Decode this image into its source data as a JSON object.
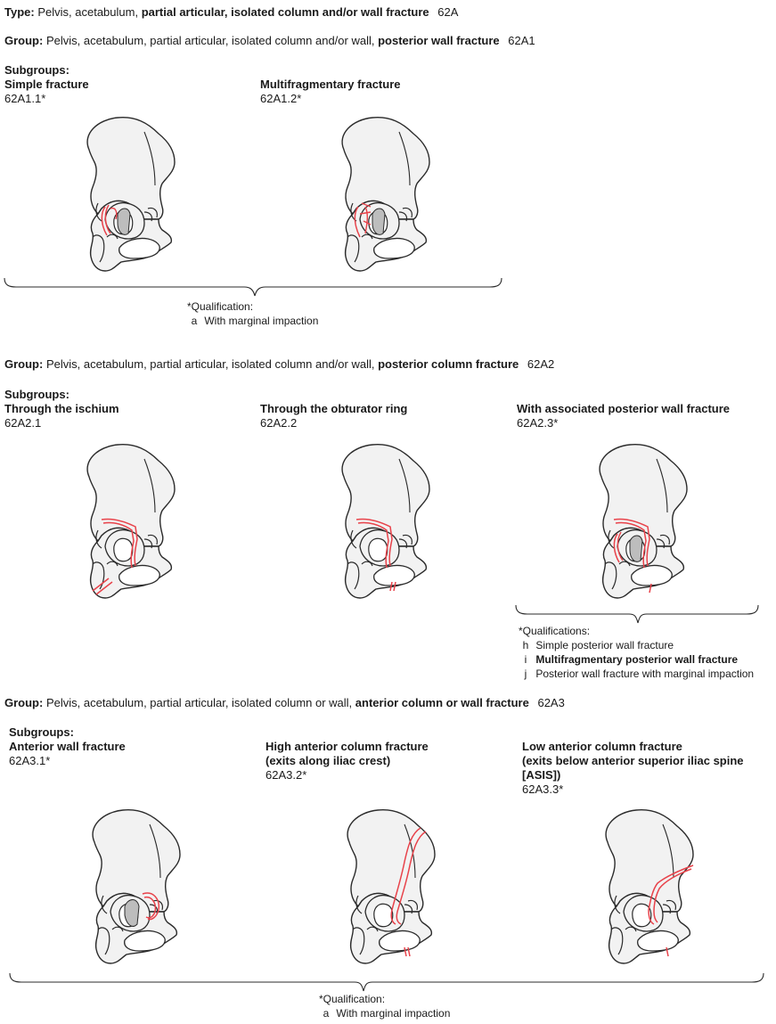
{
  "type_line": {
    "prefix": "Type:",
    "plain": "Pelvis, acetabulum,",
    "bold": "partial articular, isolated column and/or wall fracture",
    "code": "62A"
  },
  "groups": [
    {
      "prefix": "Group:",
      "plain": "Pelvis, acetabulum, partial articular, isolated column and/or wall,",
      "bold": "posterior wall fracture",
      "code": "62A1"
    },
    {
      "prefix": "Group:",
      "plain": "Pelvis, acetabulum, partial articular, isolated column and/or wall,",
      "bold": "posterior column fracture",
      "code": "62A2"
    },
    {
      "prefix": "Group:",
      "plain": "Pelvis, acetabulum, partial articular, isolated column or wall,",
      "bold": "anterior column or wall fracture",
      "code": "62A3"
    }
  ],
  "subgroups_label": "Subgroups:",
  "subgroups": [
    {
      "title": [
        "Simple fracture"
      ],
      "code": "62A1.1*"
    },
    {
      "title": [
        "Multifragmentary fracture"
      ],
      "code": "62A1.2*"
    },
    {
      "title": [
        "Through the ischium"
      ],
      "code": "62A2.1"
    },
    {
      "title": [
        "Through the obturator ring"
      ],
      "code": "62A2.2"
    },
    {
      "title": [
        "With associated posterior wall fracture"
      ],
      "code": "62A2.3*"
    },
    {
      "title": [
        "Anterior wall fracture"
      ],
      "code": "62A3.1*"
    },
    {
      "title": [
        "High anterior column fracture",
        "(exits along iliac crest)"
      ],
      "code": "62A3.2*"
    },
    {
      "title": [
        "Low anterior column fracture",
        "(exits below anterior superior iliac spine",
        "[ASIS])"
      ],
      "code": "62A3.3*"
    }
  ],
  "qualifications": [
    {
      "heading": "*Qualification:",
      "items": [
        {
          "letter": "a",
          "text": "With marginal impaction",
          "bold": false
        }
      ]
    },
    {
      "heading": "*Qualifications:",
      "items": [
        {
          "letter": "h",
          "text": "Simple posterior wall fracture",
          "bold": false
        },
        {
          "letter": "i",
          "text": "Multifragmentary posterior wall fracture",
          "bold": true
        },
        {
          "letter": "j",
          "text": "Posterior wall fracture with marginal impaction",
          "bold": false
        }
      ]
    },
    {
      "heading": "*Qualification:",
      "items": [
        {
          "letter": "a",
          "text": "With marginal impaction",
          "bold": false
        }
      ]
    }
  ],
  "colors": {
    "fracture": "#e8424a",
    "bone_fill": "#f2f2f2",
    "bone_line": "#2b2b2b",
    "impaction": "#bdbdbd"
  }
}
